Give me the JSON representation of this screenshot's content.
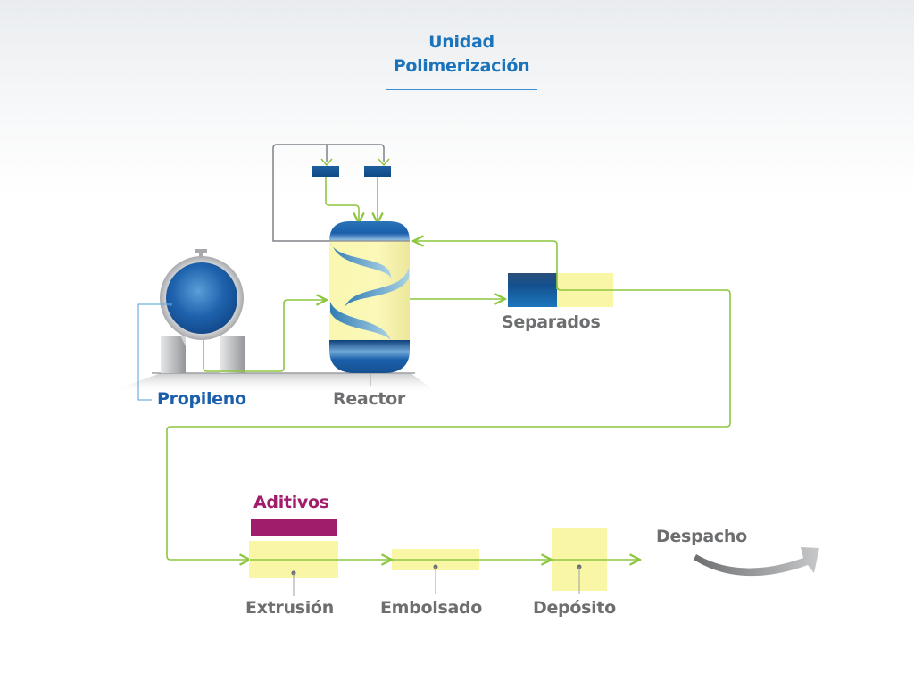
{
  "title": {
    "line1": "Unidad",
    "line2": "Polimerización"
  },
  "nodes": {
    "propileno": "Propileno",
    "reactor": "Reactor",
    "separados": "Separados",
    "aditivos": "Aditivos",
    "extrusion": "Extrusión",
    "embolsado": "Embolsado",
    "deposito": "Depósito",
    "despacho": "Despacho"
  },
  "colors": {
    "title_blue": "#1b74bb",
    "flow_green": "#8dc63f",
    "return_gray": "#808285",
    "vessel_blue": "#1b5fab",
    "process_yellow": "#f9f7a6",
    "additive_purple": "#a01d6c",
    "label_gray": "#6d6e70"
  }
}
